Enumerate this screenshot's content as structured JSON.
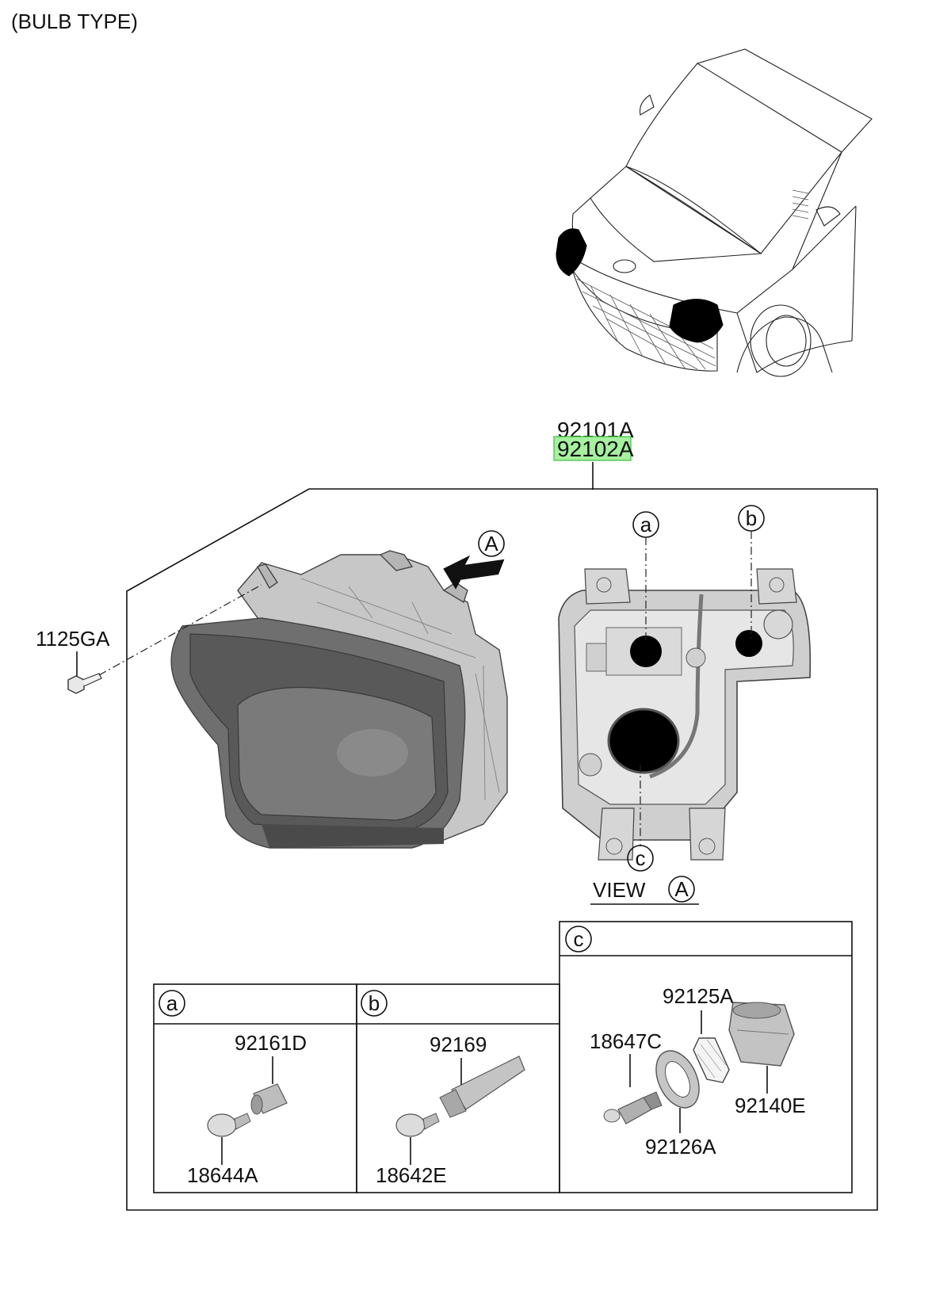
{
  "header": {
    "title": "(BULB TYPE)"
  },
  "assembly": {
    "part_number_1": "92101A",
    "part_number_2": "92102A",
    "highlight_color": "#a6f0a0",
    "highlight_border": "#3cbf3c"
  },
  "bolt": {
    "part_number": "1125GA"
  },
  "view": {
    "arrow_ref": "A",
    "caption": "VIEW",
    "caption_ref": "A"
  },
  "callouts": {
    "a": "a",
    "b": "b",
    "c": "c"
  },
  "detail_a": {
    "tag": "a",
    "socket": "92161D",
    "bulb": "18644A"
  },
  "detail_b": {
    "tag": "b",
    "socket": "92169",
    "bulb": "18642E"
  },
  "detail_c": {
    "tag": "c",
    "bulb": "18647C",
    "cover": "92125A",
    "retainer": "92126A",
    "cap": "92140E"
  }
}
